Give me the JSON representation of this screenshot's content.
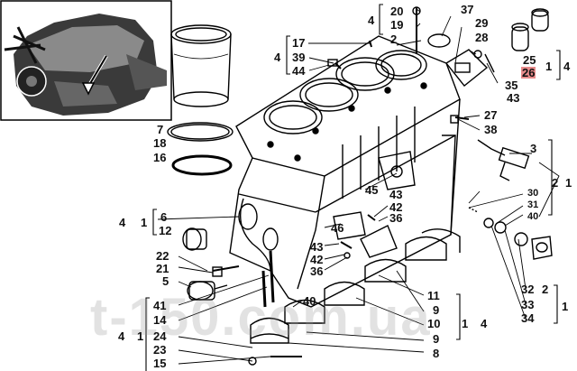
{
  "diagram": {
    "watermark": "t-150.com.ua",
    "highlight_color": "#e88b8b",
    "labels": {
      "n37": "37",
      "n20": "20",
      "n4a": "4",
      "n19": "19",
      "n29": "29",
      "n2a": "2",
      "n28": "28",
      "n25": "25",
      "n26": "26",
      "n1a": "1",
      "n4b": "4",
      "n17": "17",
      "n4c": "4",
      "n39": "39",
      "n44": "44",
      "n35": "35",
      "n43a": "43",
      "n27": "27",
      "n38": "38",
      "n7": "7",
      "n18": "18",
      "n16": "16",
      "n3": "3",
      "n2b": "2",
      "n1b": "1",
      "n30": "30",
      "n31": "31",
      "n40a": "40",
      "n45": "45",
      "n43b": "43",
      "n42a": "42",
      "n36a": "36",
      "n46": "46",
      "n4d": "4",
      "n1c": "1",
      "n6": "6",
      "n12": "12",
      "n43c": "43",
      "n42b": "42",
      "n36b": "36",
      "n22": "22",
      "n21": "21",
      "n5": "5",
      "n32": "32",
      "n2c": "2",
      "n33": "33",
      "n34": "34",
      "n1d": "1",
      "n40b": "40",
      "n11": "11",
      "n9a": "9",
      "n10": "10",
      "n1e": "1",
      "n4e": "4",
      "n41": "41",
      "n14": "14",
      "n24": "24",
      "n23": "23",
      "n15": "15",
      "n4f": "4",
      "n1f": "1",
      "n9b": "9",
      "n8": "8"
    }
  }
}
